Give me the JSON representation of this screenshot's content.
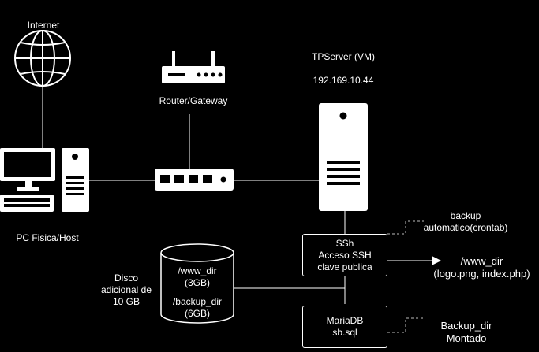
{
  "nodes": {
    "internet": "Internet",
    "router": "Router/Gateway",
    "pc": "PC Fisica/Host",
    "server_name": "TPServer (VM)",
    "server_ip": "192.169.10.44",
    "disk_label": [
      "Disco",
      "adicional de",
      "10 GB"
    ],
    "disk_www": [
      "/www_dir",
      "(3GB)"
    ],
    "disk_backup": [
      "/backup_dir",
      "(6GB)"
    ],
    "ssh_box": [
      "SSh",
      "Acceso SSH",
      "clave publica"
    ],
    "mariadb_box": [
      "MariaDB",
      "sb.sql"
    ],
    "backup_note": [
      "backup",
      "automatico(crontab)"
    ],
    "www_dir_note": [
      "/www_dir",
      "(logo.png, index.php)"
    ],
    "backup_dir_note": [
      "Backup_dir",
      "Montado"
    ]
  },
  "colors": {
    "background": "#000000",
    "line": "#ffffff",
    "dashed": "#bbbbbb"
  },
  "icons": [
    "globe-icon",
    "router-icon",
    "switch-icon",
    "monitor-icon",
    "keyboard-icon",
    "tower-icon",
    "server-icon",
    "disk-icon",
    "arrow-icon"
  ]
}
